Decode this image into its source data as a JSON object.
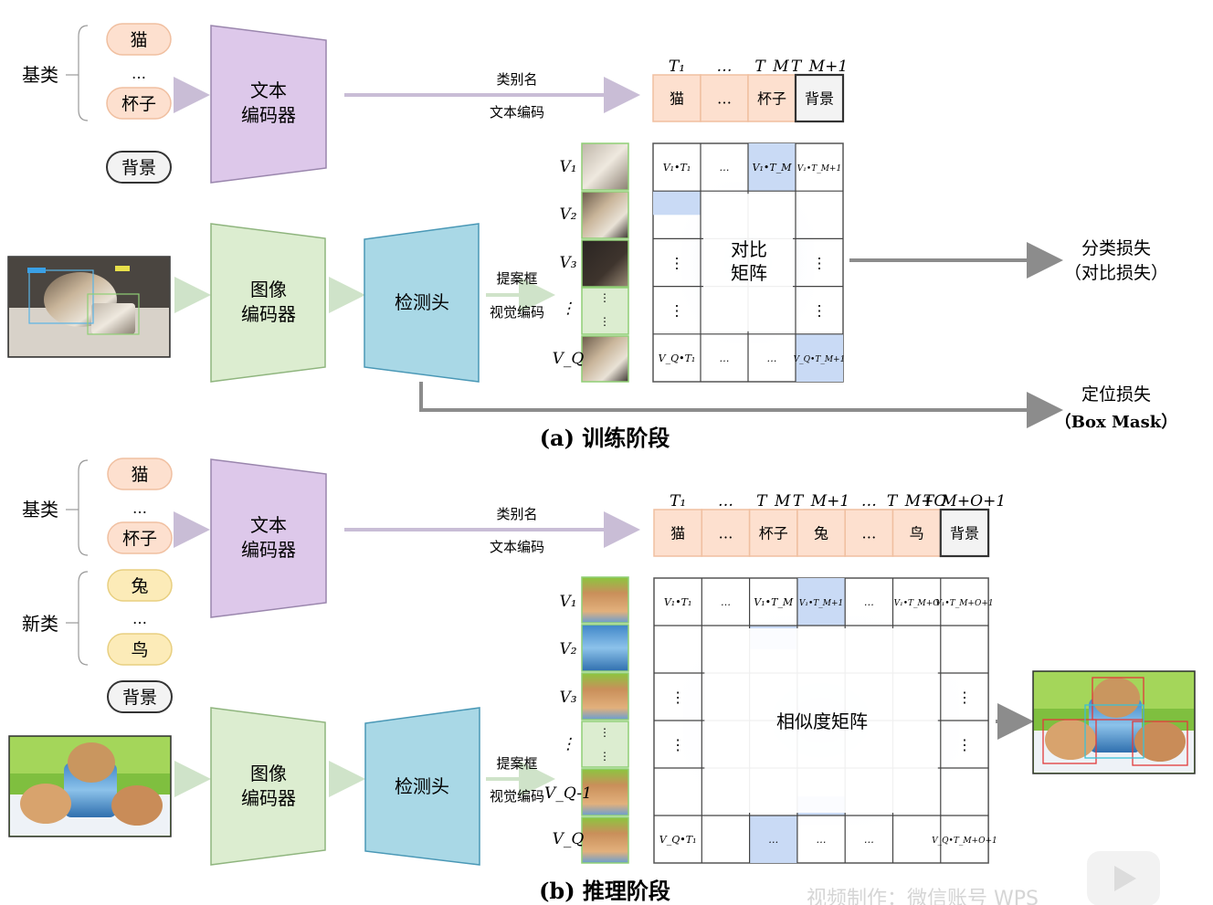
{
  "colors": {
    "text_encoder": "#ddc8ea",
    "image_encoder": "#dcedd0",
    "detect_head": "#a9d8e6",
    "base_pill": "#fde0cf",
    "novel_pill": "#fcebb8",
    "highlight": "#c9daf5",
    "arrow": "#c9bdd6",
    "green_arrow": "#cfe3c9",
    "gray_arrow": "#8c8c8c"
  },
  "panel_a": {
    "base_label": "基类",
    "base_items": [
      "猫",
      "…",
      "杯子"
    ],
    "background": "背景",
    "text_encoder": [
      "文本",
      "编码器"
    ],
    "image_encoder": [
      "图像",
      "编码器"
    ],
    "detect_head": "检测头",
    "text_arrow": [
      "类别名",
      "文本编码"
    ],
    "proposal_arrow": [
      "提案框",
      "视觉编码"
    ],
    "t_headers": [
      "T₁",
      "…",
      "T_M",
      "T_M+1"
    ],
    "t_cells": [
      "猫",
      "…",
      "杯子",
      "背景"
    ],
    "v_labels": [
      "V₁",
      "V₂",
      "V₃",
      "⋮",
      "V_Q"
    ],
    "matrix_top": [
      "V₁•T₁",
      "…",
      "V₁•T_M",
      "V₁•T_M+1"
    ],
    "matrix_bottom": [
      "V_Q•T₁",
      "…",
      "…",
      "V_Q•T_M+1"
    ],
    "matrix_center": [
      "对比",
      "矩阵"
    ],
    "matrix_dots": "⋮",
    "cls_loss": [
      "分类损失",
      "（对比损失）"
    ],
    "loc_loss": [
      "定位损失",
      "（Box Mask）"
    ],
    "caption": "(a)  训练阶段"
  },
  "panel_b": {
    "base_label": "基类",
    "base_items": [
      "猫",
      "…",
      "杯子"
    ],
    "novel_label": "新类",
    "novel_items": [
      "兔",
      "…",
      "鸟"
    ],
    "background": "背景",
    "text_encoder": [
      "文本",
      "编码器"
    ],
    "image_encoder": [
      "图像",
      "编码器"
    ],
    "detect_head": "检测头",
    "text_arrow": [
      "类别名",
      "文本编码"
    ],
    "proposal_arrow": [
      "提案框",
      "视觉编码"
    ],
    "t_headers": [
      "T₁",
      "…",
      "T_M",
      "T_M+1",
      "…",
      "T_M+O",
      "T_M+O+1"
    ],
    "t_cells": [
      "猫",
      "…",
      "杯子",
      "兔",
      "…",
      "鸟",
      "背景"
    ],
    "v_labels": [
      "V₁",
      "V₂",
      "V₃",
      "⋮",
      "V_Q-1",
      "V_Q"
    ],
    "matrix_top": [
      "V₁•T₁",
      "…",
      "V₁•T_M",
      "V₁•T_M+1",
      "…",
      "V₁•T_M+O",
      "V₁•T_M+O+1"
    ],
    "matrix_bottom": [
      "V_Q•T₁",
      "",
      "…",
      "…",
      "…",
      "",
      "V_Q•T_M+O+1"
    ],
    "matrix_center": "相似度矩阵",
    "matrix_dots": "⋮",
    "caption": "(b)  推理阶段"
  },
  "watermark": "视频制作：微信账号 WPS"
}
